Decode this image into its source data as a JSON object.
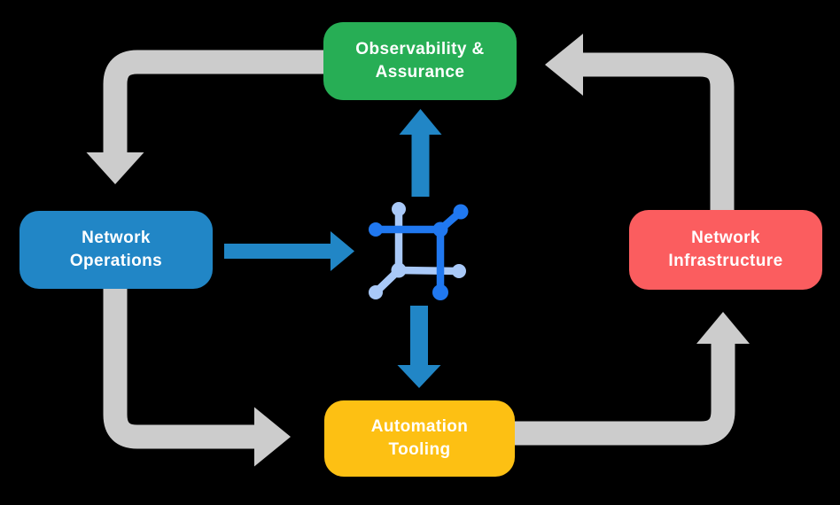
{
  "colors": {
    "background": "#000000",
    "arrow_gray": "#cccccc",
    "arrow_blue": "#2186c6",
    "icon_dark_blue": "#2078f0",
    "icon_light_blue": "#a9c9f8",
    "node_text": "#ffffff"
  },
  "nodes": {
    "observability": {
      "line1": "Observability &",
      "line2": "Assurance",
      "color": "#27ae55",
      "position": "top"
    },
    "operations": {
      "line1": "Network",
      "line2": "Operations",
      "color": "#2186c6",
      "position": "left"
    },
    "infrastructure": {
      "line1": "Network",
      "line2": "Infrastructure",
      "color": "#fb5d5f",
      "position": "right"
    },
    "tooling": {
      "line1": "Automation",
      "line2": "Tooling",
      "color": "#fdc013",
      "position": "bottom"
    }
  },
  "center_icon": {
    "name": "network-mesh-icon",
    "description": "square mesh network glyph with six node dots, dark and light blue"
  },
  "cycle_arrows": [
    {
      "from": "Observability & Assurance",
      "to": "Network Operations",
      "style": "gray elbow, arrowhead down-left"
    },
    {
      "from": "Network Operations",
      "to": "Automation Tooling",
      "style": "gray elbow, arrowhead right"
    },
    {
      "from": "Automation Tooling",
      "to": "Network Infrastructure",
      "style": "gray elbow, arrowhead up"
    },
    {
      "from": "Network Infrastructure",
      "to": "Observability & Assurance",
      "style": "gray elbow, arrowhead left"
    }
  ],
  "center_arrows": [
    {
      "from": "Network Operations",
      "to": "center icon",
      "direction": "right"
    },
    {
      "from": "center icon",
      "to": "Observability & Assurance",
      "direction": "up"
    },
    {
      "from": "center icon",
      "to": "Automation Tooling",
      "direction": "down"
    }
  ]
}
